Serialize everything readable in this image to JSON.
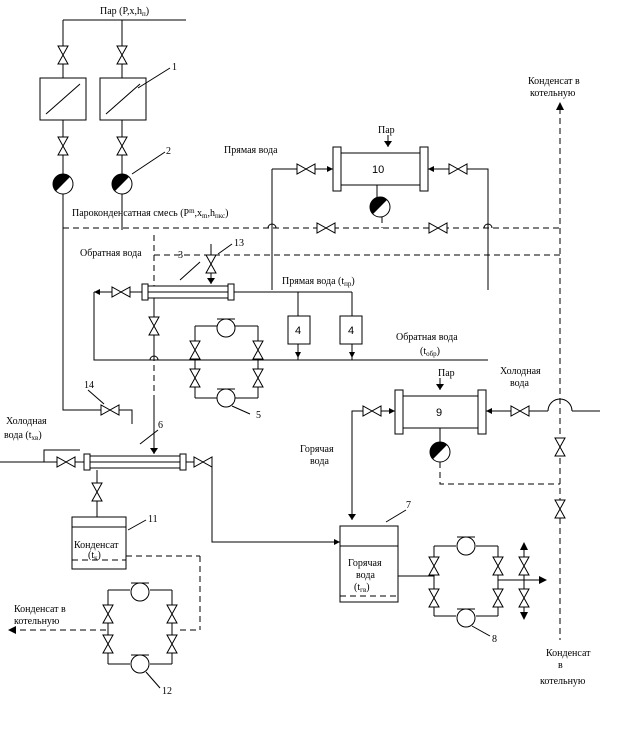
{
  "labels": {
    "steam_top": "Пар (P,x,h",
    "steam_top_sub": "п",
    "steam_top_close": ")",
    "steam_10": "Пар",
    "steam_9": "Пар",
    "condensate_top": "Конденсат в котельную",
    "direct_water_top": "Прямая вода",
    "mixture": "Пароконденсатная смесь (P",
    "mixture_rest": ",x",
    "mixture_rest2": ",h",
    "mixture_close": ")",
    "return_water_left": "Обратная вода",
    "direct_water_mid": "Прямая вода (t",
    "direct_water_mid_sub": "пр",
    "direct_water_mid_close": ")",
    "return_water_right": "Обратная вода",
    "return_water_right_t": "(t",
    "return_water_right_sub": "обр",
    "return_water_right_close": ")",
    "cold_water_right": "Холодная вода",
    "cold_water_left": "Холодная",
    "cold_water_left2": "вода (t",
    "cold_water_left_sub": "хв",
    "cold_water_left_close": ")",
    "hot_water_mid": "Горячая вода",
    "condensate_tank": "Конденсат",
    "condensate_tank_t": "(t",
    "condensate_tank_sub": "к",
    "condensate_tank_close": ")",
    "hot_water_tank": "Горячая вода",
    "hot_water_tank_t": "(t",
    "hot_water_tank_sub": "гв",
    "hot_water_tank_close": ")",
    "condensate_bottom_left": "Конденсат в котельную",
    "condensate_bottom_right": "Конденсат в котельную"
  },
  "numbers": {
    "n1": "1",
    "n2": "2",
    "n3": "3",
    "n4a": "4",
    "n4b": "4",
    "n5": "5",
    "n6": "6",
    "n7": "7",
    "n8": "8",
    "n9": "9",
    "n10": "10",
    "n11": "11",
    "n12": "12",
    "n13": "13",
    "n14": "14"
  }
}
